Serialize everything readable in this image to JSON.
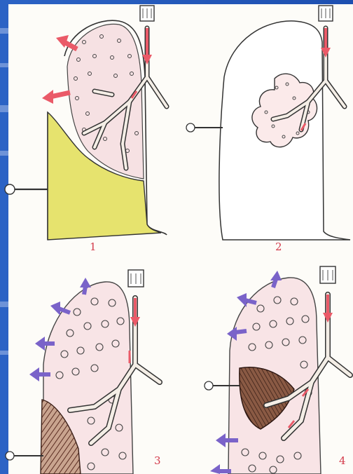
{
  "panels": [
    {
      "label": "1"
    },
    {
      "label": "2"
    },
    {
      "label": "3"
    },
    {
      "label": "4"
    }
  ],
  "colors": {
    "background_blue": "#1d4fb0",
    "paper": "#fdfcf8",
    "lung_pink": "#f6e1e3",
    "pleural_fluid": "#e6e36e",
    "arrow_red": "#ea5a68",
    "arrow_purple": "#7a63c9",
    "hemorrhage_brown": "#6a3d2d",
    "label_red": "#d33a4a"
  },
  "icons": [
    "needle-icon",
    "arrow-out-icon",
    "trachea-icon",
    "bronchus-icon",
    "alveoli-icon"
  ]
}
